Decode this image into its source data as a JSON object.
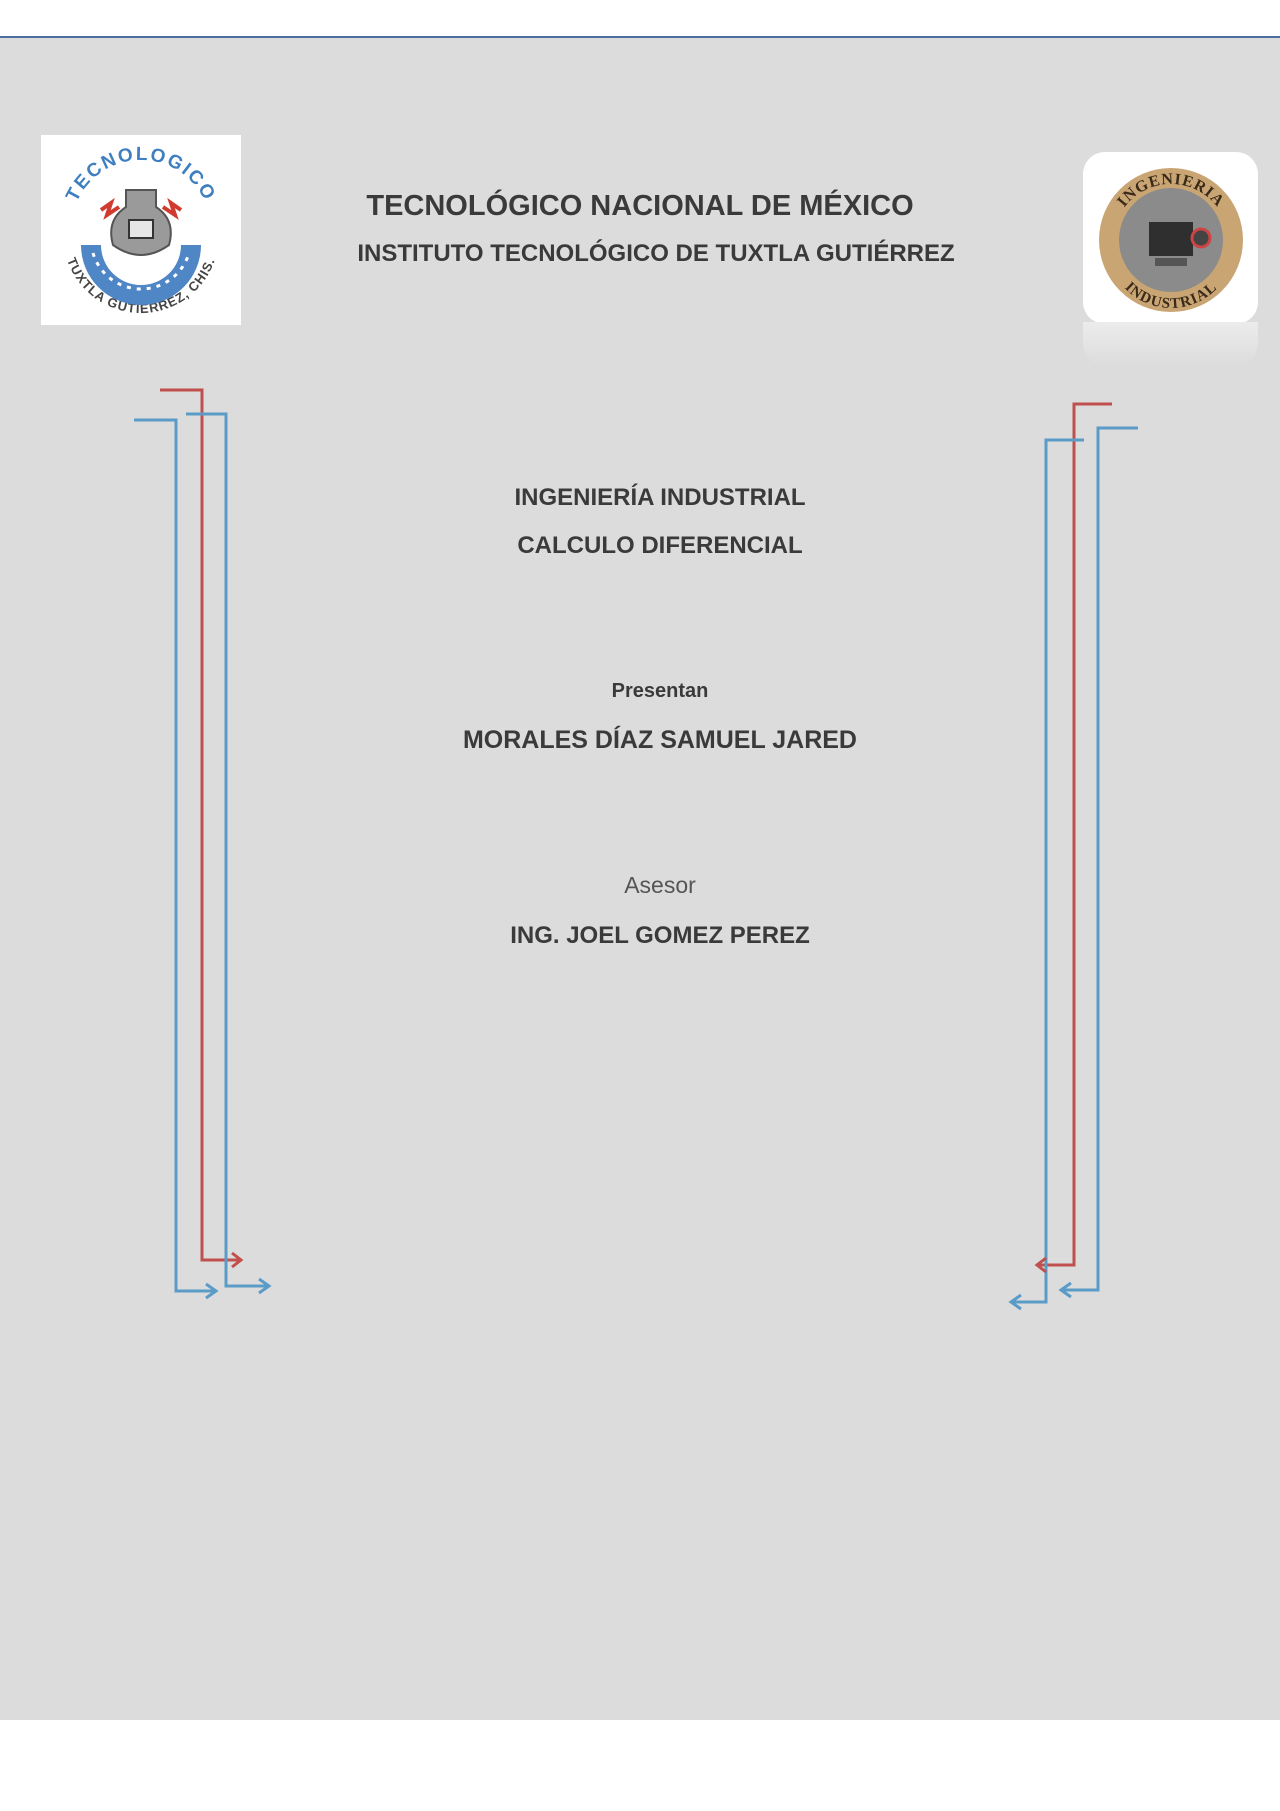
{
  "header": {
    "title": "TECNOLÓGICO NACIONAL DE MÉXICO",
    "subtitle": "INSTITUTO TECNOLÓGICO DE TUXTLA GUTIÉRREZ"
  },
  "logos": {
    "left": {
      "text_top": "TECNOLOGICO",
      "text_bottom": "TUXTLA GUTIERREZ, CHIS."
    },
    "right": {
      "text_top": "INGENIERIA",
      "text_bottom": "INDUSTRIAL"
    }
  },
  "cover": {
    "carrera": "INGENIERÍA INDUSTRIAL",
    "materia": "CALCULO DIFERENCIAL",
    "presentan_label": "Presentan",
    "autor": "MORALES DÍAZ SAMUEL JARED",
    "asesor_label": "Asesor",
    "asesor": "ING. JOEL GOMEZ PEREZ"
  },
  "colors": {
    "accent_blue": "#5b9bc8",
    "accent_red": "#c0504d",
    "page_background": "#dcdcdc"
  }
}
